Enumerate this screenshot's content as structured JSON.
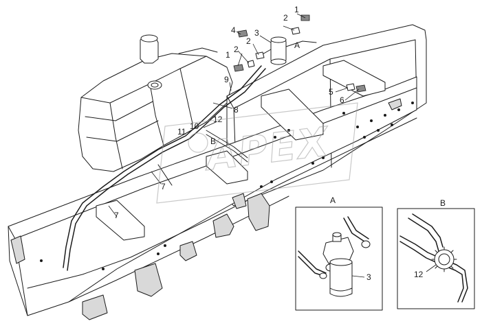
{
  "callouts": {
    "main": [
      {
        "id": "c1a",
        "text": "1"
      },
      {
        "id": "c2a",
        "text": "2"
      },
      {
        "id": "c3a",
        "text": "3"
      },
      {
        "id": "c4a",
        "text": "4"
      },
      {
        "id": "c2b",
        "text": "2"
      },
      {
        "id": "c1b",
        "text": "1"
      },
      {
        "id": "c2c",
        "text": "2"
      },
      {
        "id": "cA",
        "text": "A"
      },
      {
        "id": "c9",
        "text": "9"
      },
      {
        "id": "c5",
        "text": "5"
      },
      {
        "id": "c6",
        "text": "6"
      },
      {
        "id": "c8",
        "text": "8"
      },
      {
        "id": "c12",
        "text": "12"
      },
      {
        "id": "c10",
        "text": "10"
      },
      {
        "id": "c11",
        "text": "11"
      },
      {
        "id": "cB",
        "text": "B"
      },
      {
        "id": "c7a",
        "text": "7"
      },
      {
        "id": "c7b",
        "text": "7"
      }
    ],
    "detail_a": {
      "title": "A",
      "part": "3"
    },
    "detail_b": {
      "title": "B",
      "part": "12"
    }
  },
  "watermark": "APEX",
  "colors": {
    "line": "#1a1a1a",
    "shade": "#d9d9d9",
    "watermark": "#9a9a9a"
  }
}
